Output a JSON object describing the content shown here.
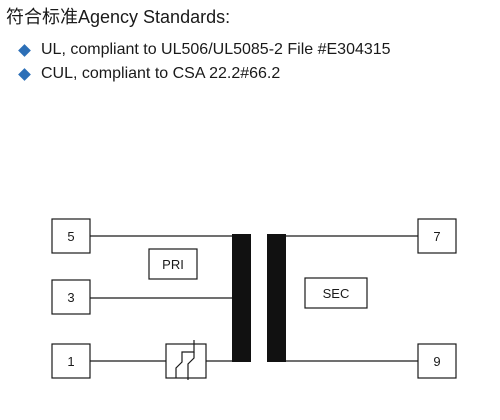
{
  "header": {
    "title": "符合标准Agency Standards:",
    "bullets": [
      {
        "text": "UL, compliant to UL506/UL5085-2 File #E304315"
      },
      {
        "text": "CUL, compliant to CSA 22.2#66.2"
      }
    ],
    "bullet_color": "#2c6fb7"
  },
  "diagram": {
    "pins": [
      {
        "label": "5"
      },
      {
        "label": "3"
      },
      {
        "label": "1"
      },
      {
        "label": "7"
      },
      {
        "label": "9"
      }
    ],
    "primary_label": "PRI",
    "secondary_label": "SEC",
    "thermal_fuse_icon": "thermal-protector-icon"
  }
}
